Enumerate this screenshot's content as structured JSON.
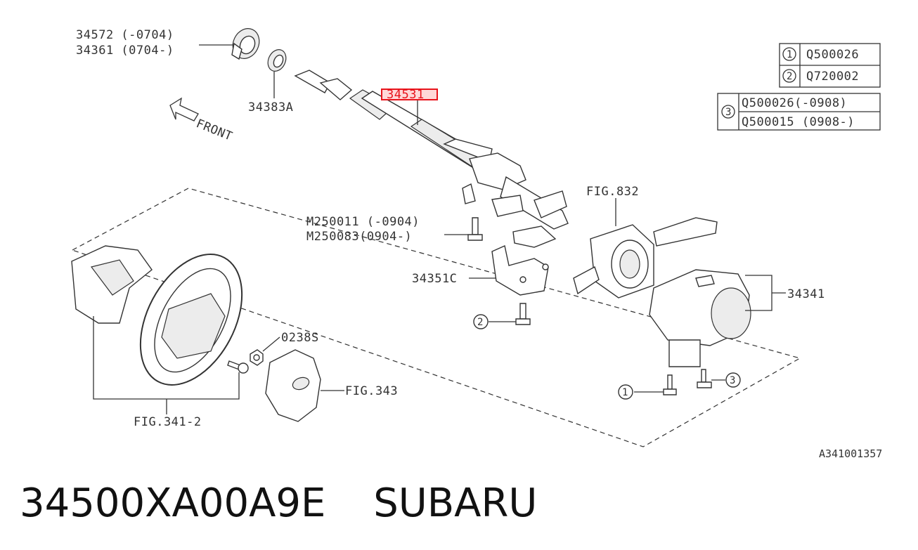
{
  "labels": {
    "upper_bearing_a": "34572 (-0704)",
    "upper_bearing_b": "34361 (0704-)",
    "seal": "34383A",
    "front": "FRONT",
    "column_highlight": "34531",
    "bolt_a": "M250011 (-0904)",
    "bolt_b": "M250083(0904-)",
    "bracket": "34351C",
    "fig_switch": "FIG.832",
    "cover": "34341",
    "nut": "0238S",
    "fig_wheel": "FIG.341-2",
    "fig_airbag": "FIG.343",
    "diagram_id": "A341001357"
  },
  "legend": {
    "row1_num": "1",
    "row1_part": "Q500026",
    "row2_num": "2",
    "row2_part": "Q720002",
    "row3_num": "3",
    "row3_part_a": "Q500026(-0908)",
    "row3_part_b": "Q500015 (0908-)"
  },
  "callouts": {
    "c2_bracket": "2",
    "c1_cover": "1",
    "c3_cover": "3"
  },
  "caption": {
    "part_number": "34500XA00A9E",
    "brand": "SUBARU"
  },
  "colors": {
    "highlight_border": "#e8141c",
    "highlight_fill": "#ffd8d8",
    "line": "#333333"
  }
}
